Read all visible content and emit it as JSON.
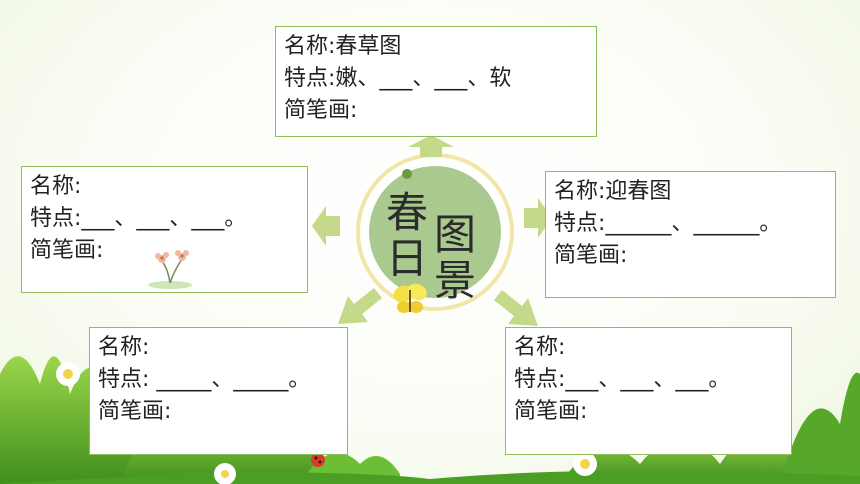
{
  "center": {
    "title_chars": [
      "春",
      "日",
      "图",
      "景"
    ]
  },
  "cards": [
    {
      "name": "名称:春草图",
      "feature": "特点:嫩、___、___、软",
      "drawing": "简笔画:"
    },
    {
      "name": "名称:",
      "feature": "特点:___、___、___。",
      "drawing": "简笔画:"
    },
    {
      "name": "名称:迎春图",
      "feature": "特点:______、______。",
      "drawing": "简笔画:"
    },
    {
      "name": "名称:",
      "feature": "特点: _____、_____。",
      "drawing": "简笔画:"
    },
    {
      "name": "名称:",
      "feature": "特点:___、___、___。",
      "drawing": "简笔画:"
    }
  ],
  "colors": {
    "border": "#8fbf5a",
    "center_fill": "#a9c98f",
    "arrow": "#c5d98a",
    "grass": "#5fae2e"
  }
}
